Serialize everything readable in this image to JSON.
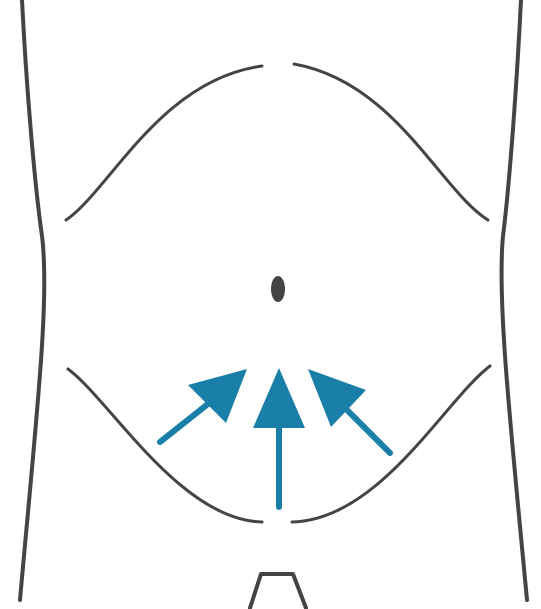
{
  "colors": {
    "background": "#ffffff",
    "outline": "#444444",
    "arrow": "#1a7fa8"
  },
  "figure": {
    "subject": "abdomen-front-view",
    "arrows": [
      {
        "name": "arrow-left-diagonal",
        "direction": "up-right"
      },
      {
        "name": "arrow-center-vertical",
        "direction": "up"
      },
      {
        "name": "arrow-right-diagonal",
        "direction": "up-left"
      }
    ]
  }
}
